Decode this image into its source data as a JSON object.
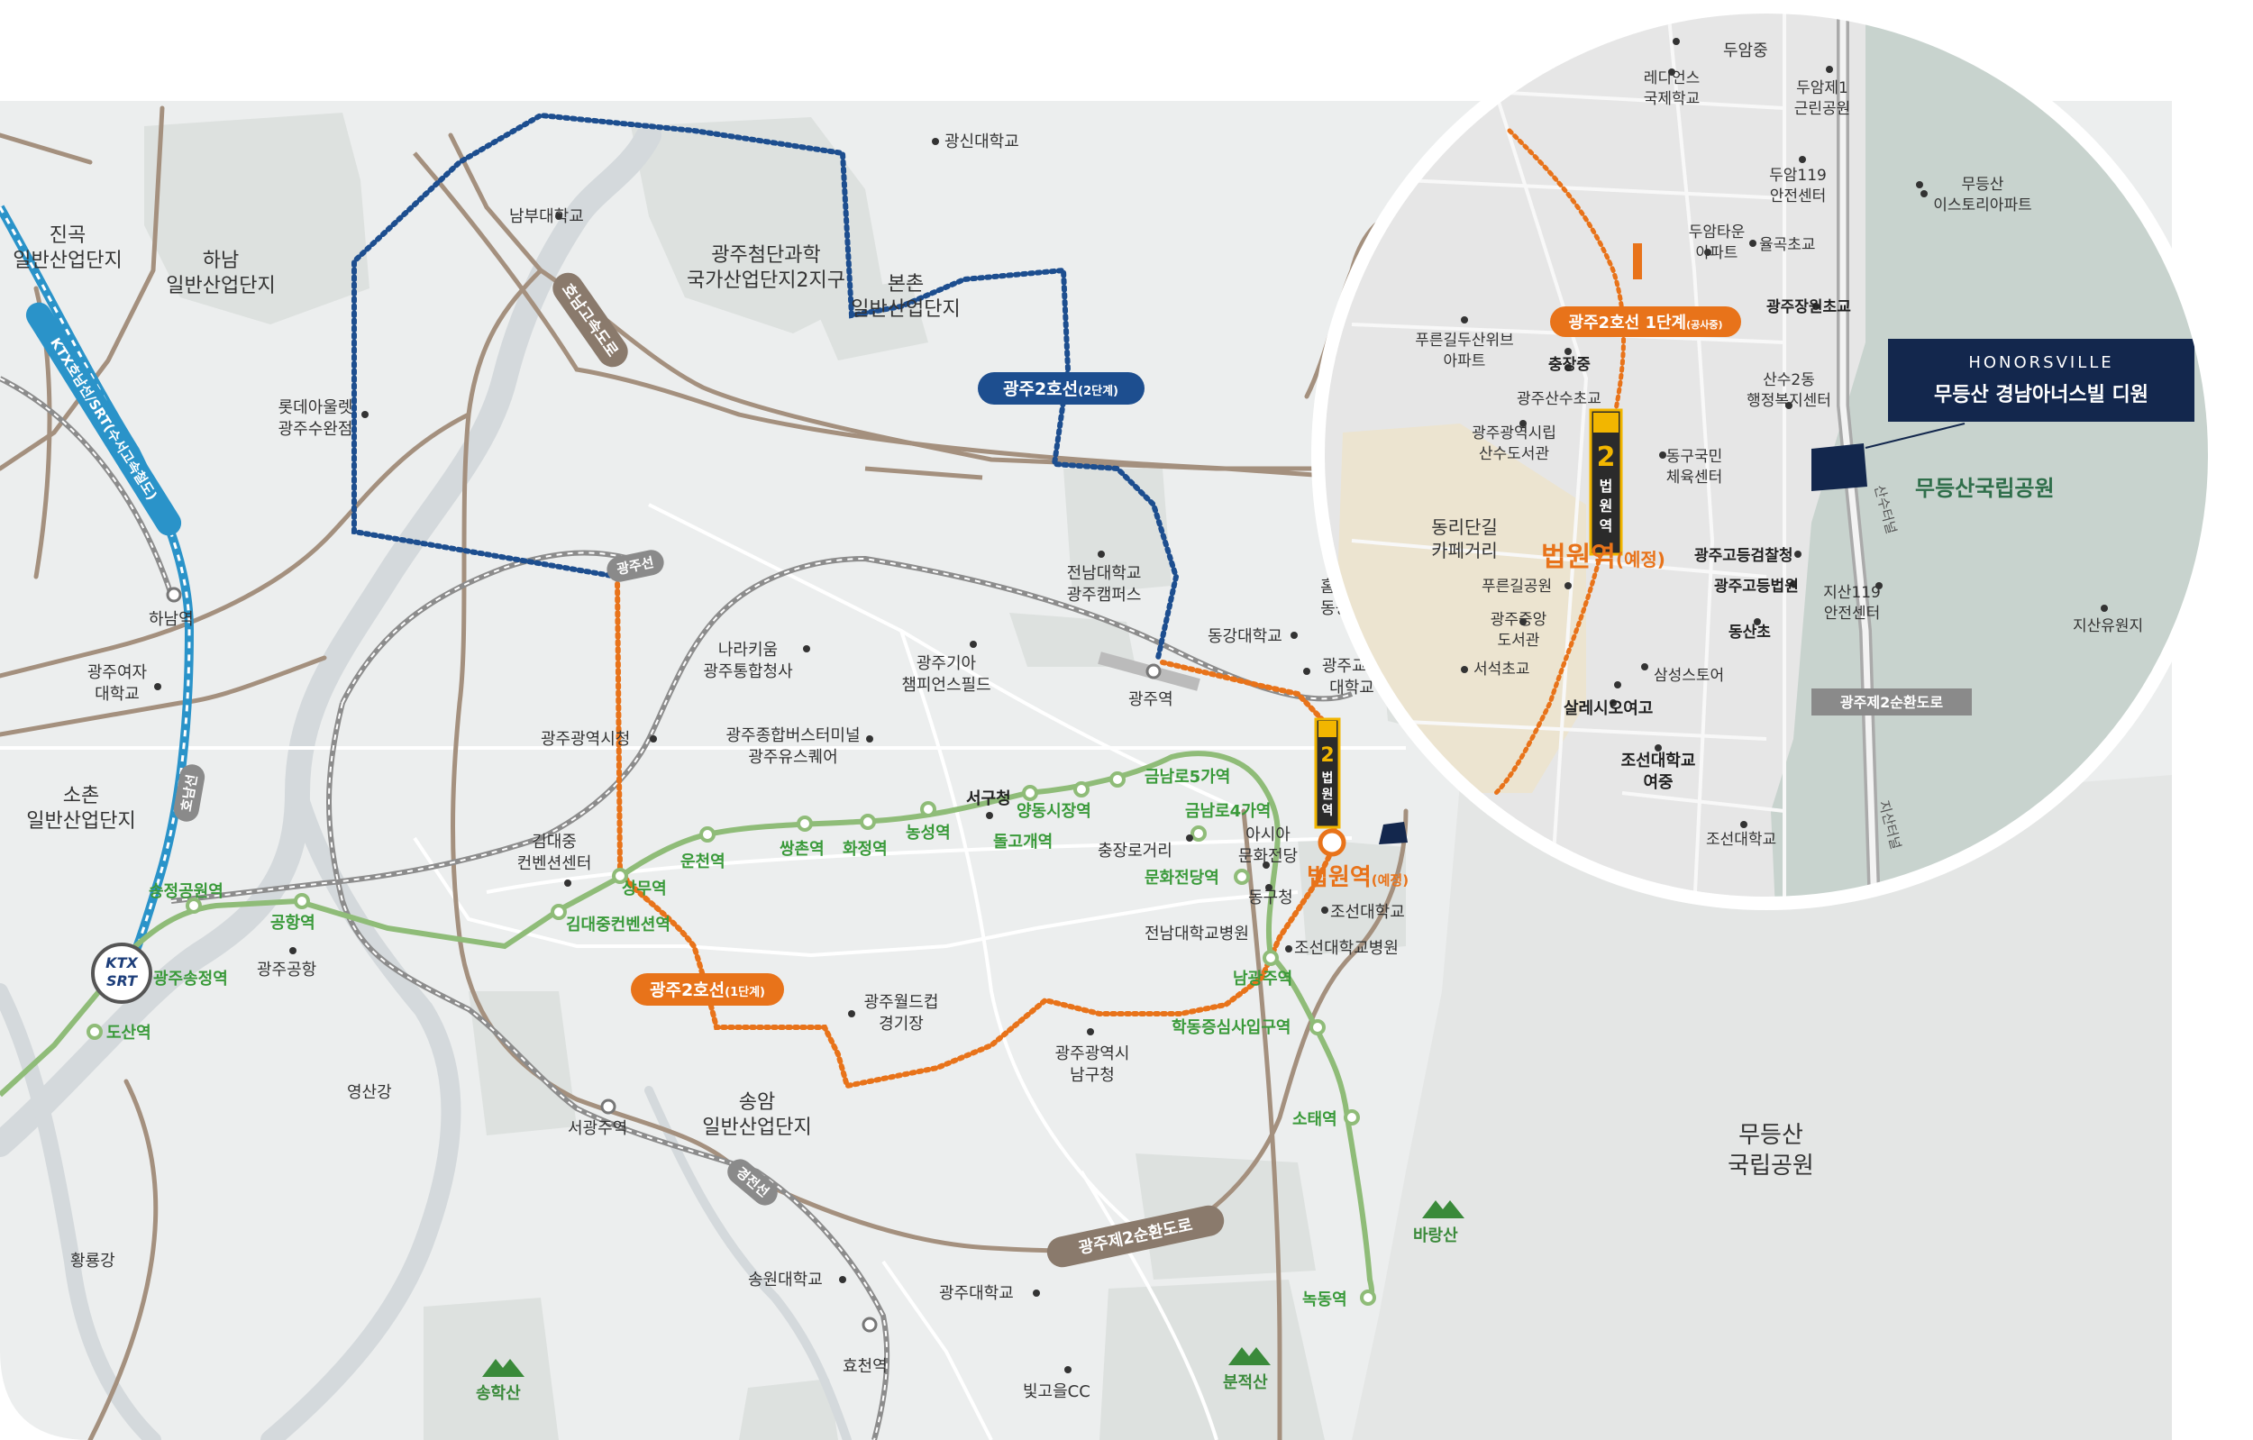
{
  "colors": {
    "land": "#eceeee",
    "water": "#d4d9dc",
    "green_area": "#dde1df",
    "park": "#c8d3ce",
    "old_town": "#ece4d0",
    "road_major": "#a4907e",
    "road_minor": "#ffffff",
    "rail": "#8c8c8c",
    "line1": "#8fbc78",
    "line2_stage1": "#e8731a",
    "line2_stage2": "#1d4e8f",
    "ktx_rail": "#2a93c9",
    "station_text": "#3a9a3a",
    "navy": "#13274d"
  },
  "areas": {
    "jingok": "진곡\n일반산업단지",
    "hanam": "하남\n일반산업단지",
    "sochon": "소촌\n일반산업단지",
    "cheomdan": "광주첨단과학\n국가산업단지2지구",
    "bonchon": "본촌\n일반산업단지",
    "songam": "송암\n일반산업단지",
    "mudeung_park": "무등산\n국립공원"
  },
  "places": {
    "gwangshin_univ": "광신대학교",
    "nambu_univ": "남부대학교",
    "lotte_outlet": "롯데아울렛\n광주수완점",
    "jnu_campus": "전남대학교\n광주캠퍼스",
    "dongkang_univ": "동강대학교",
    "gwangju_edu_univ": "광주교육\n대학교",
    "homeplus": "홈플러\n동광주",
    "narakium": "나라키움\n광주통합청사",
    "kia_field": "광주기아\n챔피언스필드",
    "city_hall": "광주광역시청",
    "bus_terminal": "광주종합버스터미널\n광주유스퀘어",
    "kdj_center": "김대중\n컨벤션센터",
    "seogu_office": "서구청",
    "chungjang": "충장로거리",
    "asia_center": "아시아\n문화전당",
    "donggu_office": "동구청",
    "chosun_univ": "조선대학교",
    "chosun_hosp": "조선대학교병원",
    "jnu_hosp": "전남대학교병원",
    "worldcup": "광주월드컵\n경기장",
    "namgu_office": "광주광역시\n남구청",
    "gwangju_airport": "광주공항",
    "gwangju_womens": "광주여자\n대학교",
    "songwon_univ": "송원대학교",
    "gwangju_univ": "광주대학교",
    "bitgoeul_cc": "빛고을CC",
    "yeongsan_river": "영산강",
    "hwangryong_river": "황룡강"
  },
  "rail_stations": {
    "hanam": "하남역",
    "gwangju": "광주역",
    "seogwangju": "서광주역",
    "hyocheon": "효천역"
  },
  "line1_stations": {
    "songjeong_park": "송정공원역",
    "gwangju_songjeong": "광주송정역",
    "airport": "공항역",
    "dosan": "도산역",
    "kdj_conv": "김대중컨벤션역",
    "sangmu": "상무역",
    "uncheon": "운천역",
    "ssangchon": "쌍촌역",
    "hwajeong": "화정역",
    "nongseong": "농성역",
    "dolgogae": "돌고개역",
    "yangdong": "양동시장역",
    "geumnamro5": "금남로5가역",
    "geumnamro4": "금남로4가역",
    "munhwa": "문화전당역",
    "namgwangju": "남광주역",
    "hakdong": "학동증심사입구역",
    "sotae": "소태역",
    "nokdong": "녹동역"
  },
  "highways": {
    "honam": "호남고속도로",
    "gwangju_line": "광주선",
    "gyeongjeon_line": "경전선",
    "honam_line": "호남선",
    "ktx_line": "KTX호남선/SRT(수서고속철도)",
    "ring2": "광주제2순환도로"
  },
  "line2": {
    "stage2_label": "광주2호선",
    "stage2_suffix": "(2단계)",
    "stage1_label": "광주2호선",
    "stage1_suffix": "(1단계)",
    "station": "법원역",
    "station_suffix": "(예정)",
    "sign_number": "2",
    "sign_c1": "법",
    "sign_c2": "원",
    "sign_c3": "역"
  },
  "ktx_badge": {
    "line1": "KTX",
    "line2": "SRT"
  },
  "mountains": {
    "songhak": "송학산",
    "bunjeok": "분적산",
    "barang": "바랑산"
  },
  "inset": {
    "places": {
      "duam": "두암중",
      "ready": "레디언스\n국제학교",
      "duam1_park": "두암제1\n근린공원",
      "duam119": "두암119\n안전센터",
      "mudeung_isto": "무등산\n이스토리아파트",
      "duam_town": "두암타운\n아파트",
      "yulgok": "율곡초교",
      "jangwon": "광주장원초교",
      "doosan": "푸른길두산위브\n아파트",
      "chungjang_mid": "충장중",
      "sansu_elem": "광주산수초교",
      "sansu2": "산수2동\n행정복지센터",
      "sansu_lib": "광주광역시립\n산수도서관",
      "donggu_center": "동구국민\n체육센터",
      "dongri": "동리단길\n카페거리",
      "prosecutor": "광주고등검찰청",
      "high_court": "광주고등법원",
      "pureun_park": "푸른길공원",
      "jungang_lib": "광주중앙\n도서관",
      "jisan119": "지산119\n안전센터",
      "jisan_resort": "지산유원지",
      "dongsan": "동산초",
      "seoseok": "서석초교",
      "samsung": "삼성스토어",
      "salesio": "살레시오여고",
      "chosun_girls": "조선대학교\n여중",
      "chosun_univ": "조선대학교",
      "mudeung_natl": "무등산국립공원",
      "sansu_tunnel": "산수터널",
      "jisan_tunnel": "지산터널"
    },
    "line2_label": "광주2호선 1단계",
    "line2_note": "(공사중)",
    "station": "법원역",
    "station_suffix": "(예정)",
    "ring2": "광주제2순환도로",
    "brand": "HONORSVILLE",
    "project": "무등산 경남아너스빌 디원"
  }
}
